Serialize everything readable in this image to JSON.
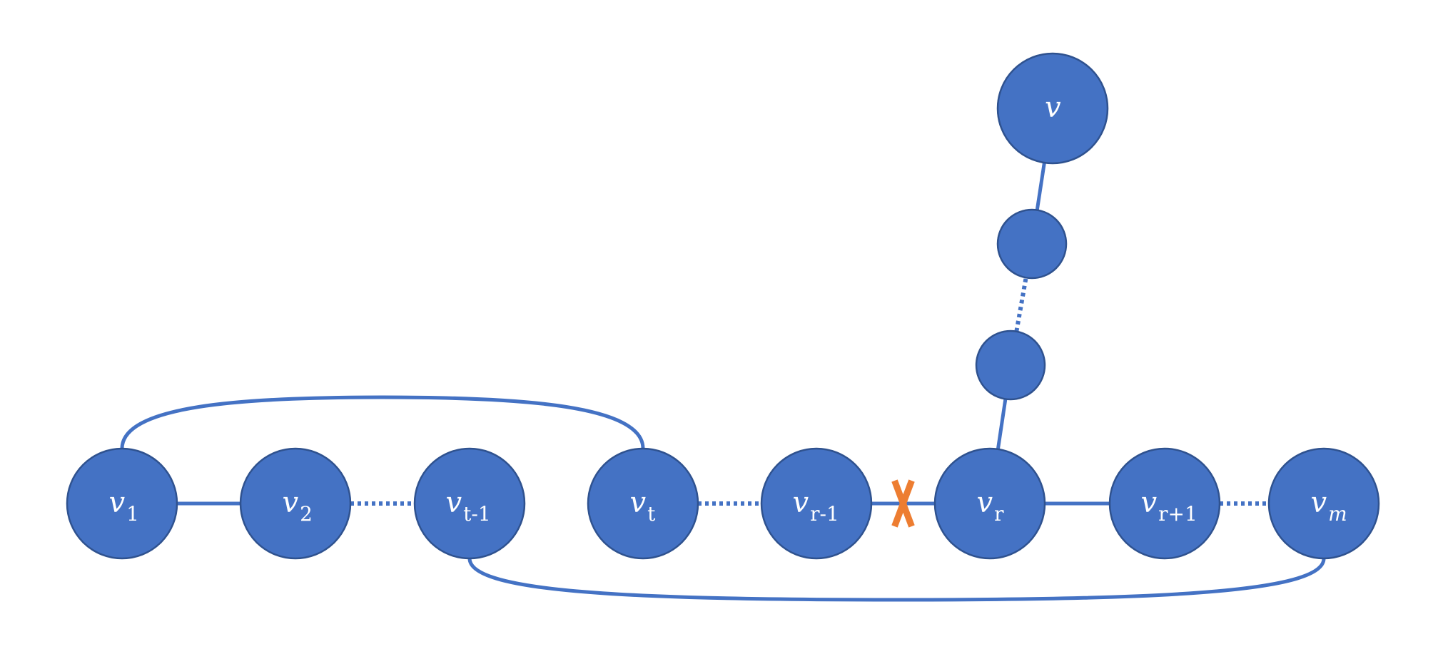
{
  "nodes": [
    {
      "id": "v1",
      "base": "v",
      "sub": "1",
      "sub_italic": false
    },
    {
      "id": "v2",
      "base": "v",
      "sub": "2",
      "sub_italic": false
    },
    {
      "id": "vt-1",
      "base": "v",
      "sub": "t-1",
      "sub_italic": false
    },
    {
      "id": "vt",
      "base": "v",
      "sub": "t",
      "sub_italic": false
    },
    {
      "id": "vr-1",
      "base": "v",
      "sub": "r-1",
      "sub_italic": false
    },
    {
      "id": "vr",
      "base": "v",
      "sub": "r",
      "sub_italic": false
    },
    {
      "id": "vr+1",
      "base": "v",
      "sub": "r+1",
      "sub_italic": false
    },
    {
      "id": "vm",
      "base": "v",
      "sub": "m",
      "sub_italic": true
    },
    {
      "id": "v",
      "base": "v",
      "sub": "",
      "sub_italic": false
    },
    {
      "id": "u1",
      "base": "",
      "sub": "",
      "sub_italic": false
    },
    {
      "id": "u2",
      "base": "",
      "sub": "",
      "sub_italic": false
    }
  ],
  "edges": [
    {
      "from": "v1",
      "to": "v2",
      "style": "solid"
    },
    {
      "from": "v2",
      "to": "vt-1",
      "style": "dotted"
    },
    {
      "from": "vt",
      "to": "vr-1",
      "style": "dotted"
    },
    {
      "from": "vr-1",
      "to": "vr",
      "style": "solid",
      "removed": true
    },
    {
      "from": "vr",
      "to": "vr+1",
      "style": "solid"
    },
    {
      "from": "vr+1",
      "to": "vm",
      "style": "dotted"
    },
    {
      "from": "v1",
      "to": "vt",
      "style": "arc-top"
    },
    {
      "from": "vt-1",
      "to": "vm",
      "style": "arc-bottom"
    },
    {
      "from": "vr",
      "to": "u2",
      "style": "solid"
    },
    {
      "from": "u2",
      "to": "u1",
      "style": "dotted"
    },
    {
      "from": "u1",
      "to": "v",
      "style": "solid"
    }
  ],
  "colors": {
    "node_fill": "#4472C4",
    "node_stroke": "#2F528F",
    "edge": "#4472C4",
    "removed_edge_mark": "#ED7D31",
    "label": "#FFFFFF"
  }
}
